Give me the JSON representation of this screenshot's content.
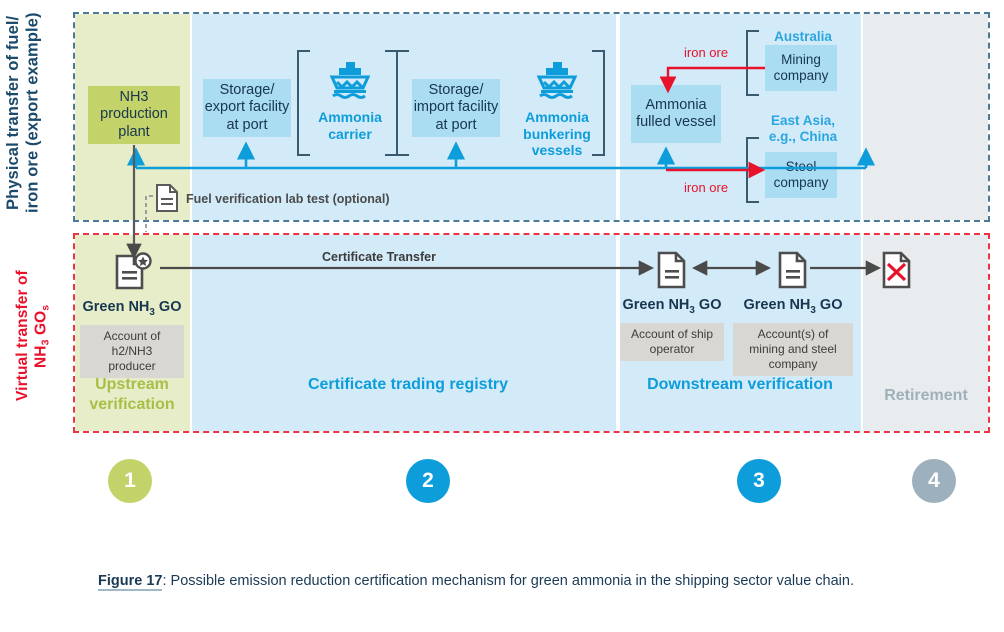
{
  "axis_labels": {
    "physical": "Physical transfer of fuel/ iron ore (export example)",
    "physical_line1": "Physical transfer of fuel/",
    "physical_line2": "iron ore (export example)",
    "virtual_line1": "Virtual transfer of",
    "virtual_line2_pre": "NH",
    "virtual_line2_sub": "3",
    "virtual_line2_post": " GO",
    "virtual_line2_subs": "s"
  },
  "physical": {
    "boxes": {
      "nh3_plant": "NH3 production plant",
      "storage_export": "Storage/ export facility at port",
      "storage_import": "Storage/ import facility at port",
      "ammonia_vessel": "Ammonia fulled vessel",
      "mining_company": "Mining company",
      "steel_company": "Steel company"
    },
    "ships": {
      "carrier": "Ammonia carrier",
      "bunkering": "Ammonia bunkering vessels"
    },
    "regions": {
      "australia": "Australia",
      "east_asia": "East Asia, e.g., China"
    },
    "flow_labels": {
      "iron_ore_1": "iron ore",
      "iron_ore_2": "iron ore",
      "fuel_test": "Fuel verification lab test (optional)"
    }
  },
  "virtual": {
    "certificate_transfer": "Certificate Transfer",
    "certificates": [
      {
        "title_pre": "Green NH",
        "title_sub": "3",
        "title_post": " GO",
        "account": "Account of h2/NH3 producer"
      },
      {
        "title_pre": "Green NH",
        "title_sub": "3",
        "title_post": " GO",
        "account": "Account of ship operator"
      },
      {
        "title_pre": "Green NH",
        "title_sub": "3",
        "title_post": " GO",
        "account": "Account(s) of mining and steel company"
      }
    ],
    "account_upstream": "Account of h2/NH3 producer",
    "account_ship": "Account of ship operator",
    "account_mining_steel": "Account(s) of mining and steel company"
  },
  "stages": [
    {
      "number": "1",
      "title": "Upstream verification",
      "color": "#a8bf47"
    },
    {
      "number": "2",
      "title": "Certificate trading registry",
      "color": "#0d9ddb"
    },
    {
      "number": "3",
      "title": "Downstream verification",
      "color": "#0d9ddb"
    },
    {
      "number": "4",
      "title": "Retirement",
      "color": "#9fb0bb"
    }
  ],
  "caption": {
    "figure": "Figure 17",
    "text": ": Possible emission reduction certification mechanism for green ammonia in the shipping sector value chain."
  },
  "colors": {
    "green_band": "#e6edc8",
    "blue_band": "#d3eaf8",
    "gray_band": "#e8ecee",
    "green_box": "#c3d369",
    "blue_box": "#aadcf2",
    "accent_blue": "#0d9ddb",
    "accent_red": "#e8122a",
    "dark_text": "#18364f"
  }
}
